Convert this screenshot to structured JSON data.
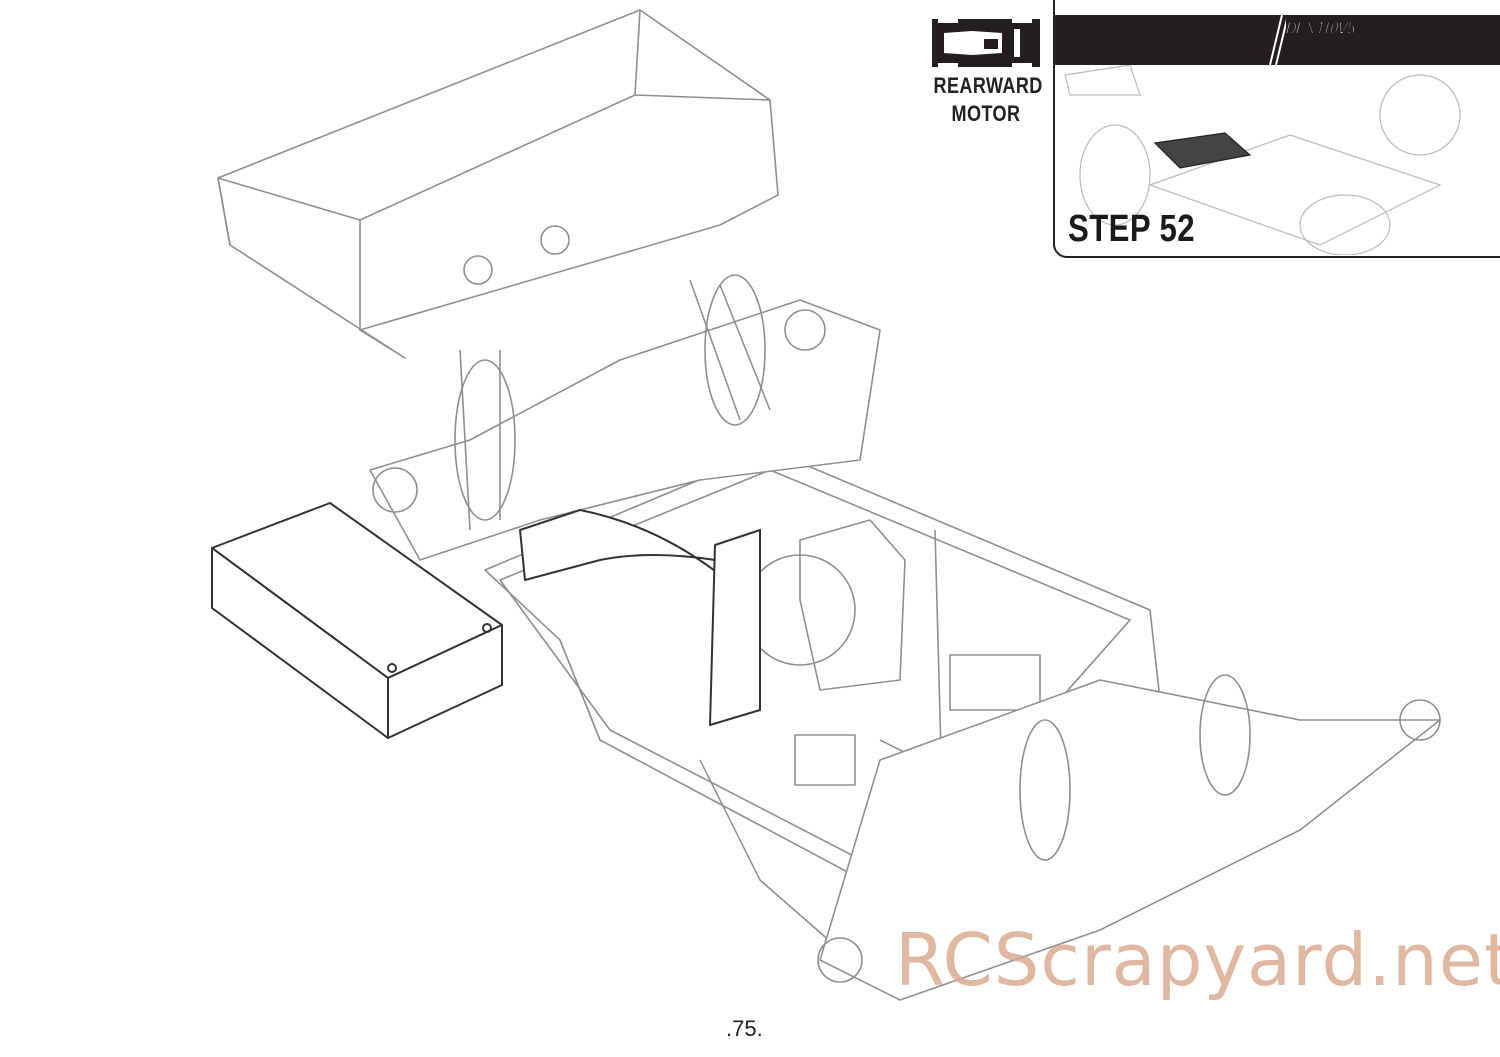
{
  "header": {
    "motor_layout_line1": "REARWARD",
    "motor_layout_line2": "MOTOR",
    "model_logo": "DEX410",
    "model_version": "V5",
    "step_label": "STEP 52"
  },
  "footer": {
    "page_number": ".75."
  },
  "watermark": "RCScrapyard.net",
  "colors": {
    "line_art": "#8a8a8a",
    "band": "#231f20",
    "watermark": "#d9a68a"
  }
}
